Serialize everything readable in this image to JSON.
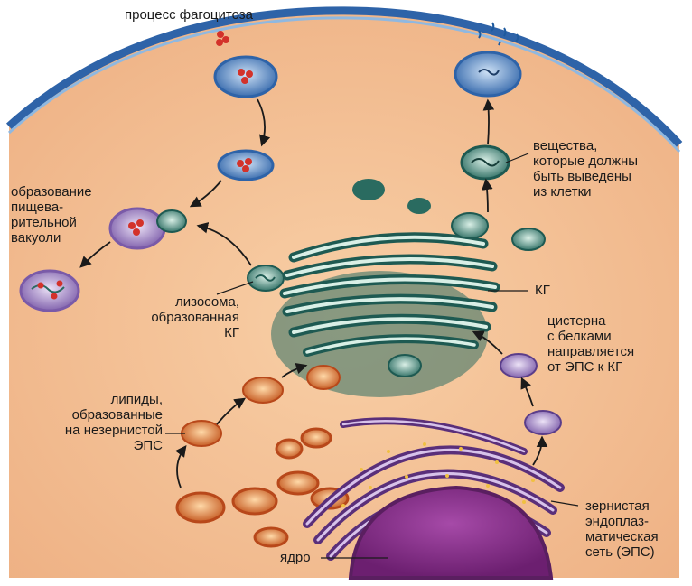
{
  "labels": {
    "phagocytosis": "процесс фагоцитоза",
    "digestive_vacuole": "образование\nпищева-\nрительной\nвакуоли",
    "lysosome": "лизосома,\nобразованная\nКГ",
    "lipids": "липиды,\nобразованные\nна незернистой\nЭПС",
    "substances": "вещества,\nкоторые должны\nбыть выведены\nиз клетки",
    "golgi": "КГ",
    "cistern": "цистерна\nс белками\nнаправляется\nот ЭПС к КГ",
    "rough_er": "зернистая\nэндоплаз-\nматическая\nсеть (ЭПС)",
    "nucleus": "ядро"
  },
  "colors": {
    "cytoplasm": "#f4bb8e",
    "membrane": "#2e63a8",
    "membrane_light": "#8fb8e0",
    "golgi": "#1e5a52",
    "golgi_light": "#d9efe6",
    "er": "#6a3d8a",
    "nucleus": "#8a2e8c",
    "lipid": "#d86a25",
    "vesicle_purple": "#7a5aa8",
    "arrow": "#1a1a1a"
  }
}
